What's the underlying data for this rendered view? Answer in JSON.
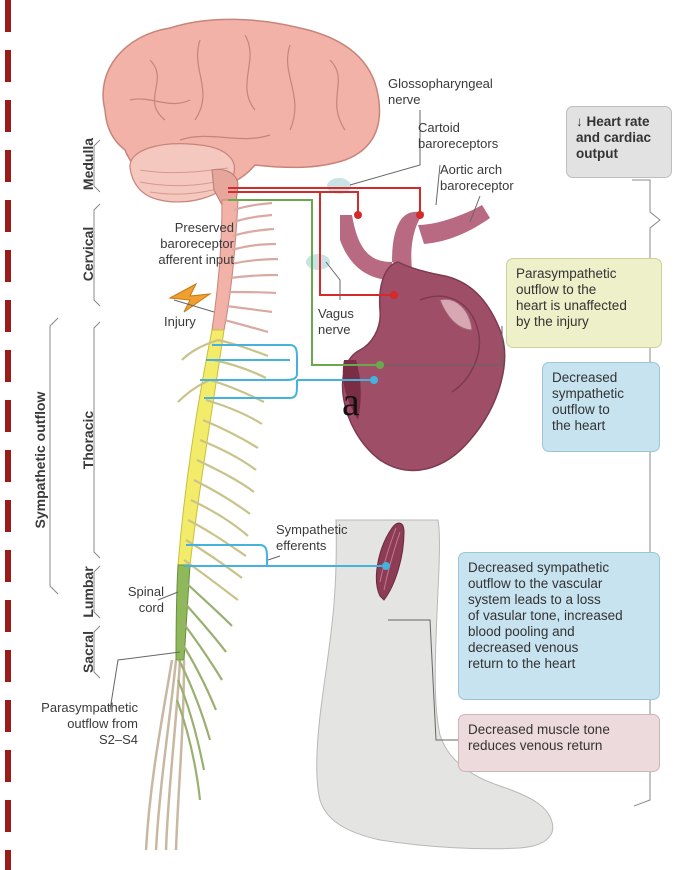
{
  "regions": {
    "medulla": "Medulla",
    "cervical": "Cervical",
    "thoracic": "Thoracic",
    "lumbar": "Lumbar",
    "sacral": "Sacral",
    "sympathetic_outflow": "Sympathetic outflow"
  },
  "labels": {
    "glossopharyngeal": "Glossopharyngeal\nnerve",
    "carotid": "Cartoid\nbaroreceptors",
    "aortic": "Aortic arch\nbaroreceptor",
    "preserved": "Preserved\nbaroreceptor\nafferent input",
    "injury": "Injury",
    "vagus": "Vagus\nnerve",
    "sympathetic_efferents": "Sympathetic\nefferents",
    "spinal_cord": "Spinal\ncord",
    "parasympathetic_s2s4": "Parasympathetic\noutflow from\nS2–S4",
    "panel_letter": "a"
  },
  "boxes": {
    "heart_rate": "↓ Heart rate\nand cardiac\noutput",
    "parasympathetic": "Parasympathetic\noutflow to the\nheart is unaffected\nby the injury",
    "decreased_heart": "Decreased\nsympathetic\noutflow to\nthe heart",
    "vascular": "Decreased sympathetic\noutflow to the vascular\nsystem leads to a loss\nof vasular tone, increased\nblood pooling and\ndecreased venous\nreturn to the heart",
    "muscle": "Decreased muscle tone\nreduces venous return"
  },
  "colors": {
    "dash": "#9b1b1b",
    "red_nerve": "#d42a2a",
    "green_nerve": "#6aa84f",
    "blue_nerve": "#45b2de",
    "brain": "#f2b2a8",
    "heart": "#9e4f67",
    "cord_yellow": "#f2ec6a",
    "cord_green": "#8fb85a"
  }
}
